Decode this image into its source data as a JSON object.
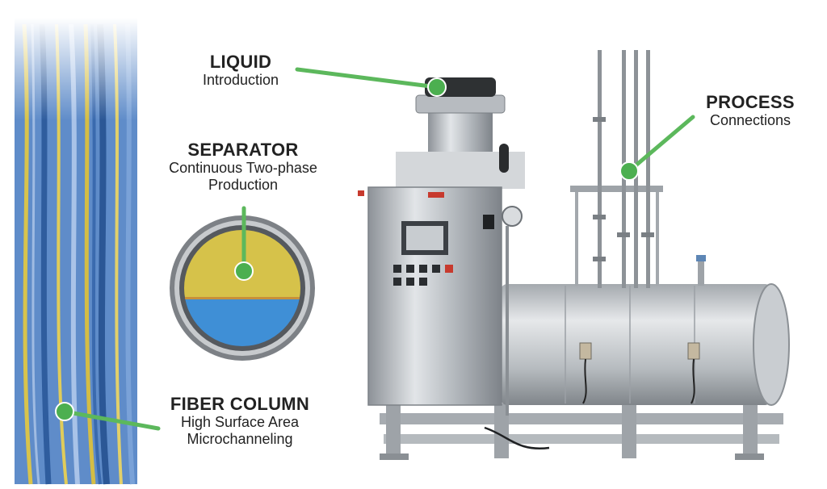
{
  "callouts": {
    "liquid": {
      "title": "LIQUID",
      "subtitle": "Introduction"
    },
    "separator": {
      "title": "SEPARATOR",
      "subtitle_line1": "Continuous Two-phase",
      "subtitle_line2": "Production"
    },
    "process": {
      "title": "PROCESS",
      "subtitle": "Connections"
    },
    "fiber_column": {
      "title": "FIBER COLUMN",
      "subtitle_line1": "High Surface Area",
      "subtitle_line2": "Microchanneling"
    }
  },
  "colors": {
    "callout_green": "#5cb85c",
    "callout_dot": "#4caf50",
    "text": "#222222",
    "steel": "#b8bcc0",
    "fiber_blue": "#4a7fc4",
    "fiber_yellow": "#d9c04a",
    "separator_oil": "#d6c24a",
    "separator_water": "#3f8fd6"
  }
}
